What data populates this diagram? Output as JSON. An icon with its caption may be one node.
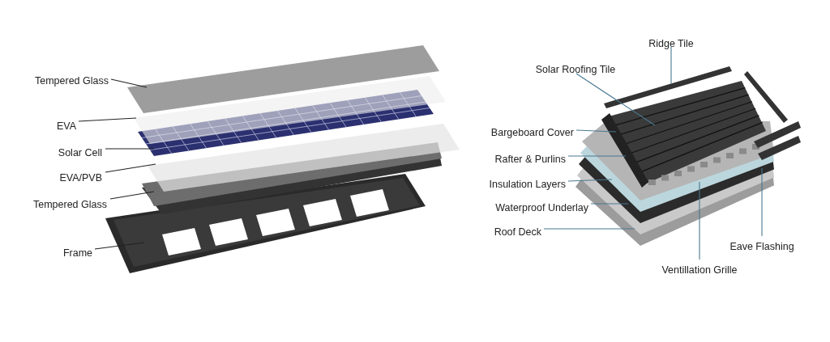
{
  "diagram": {
    "nodes": [
      {
        "text": [
          "Tempered Glass"
        ]
      },
      {
        "text": [
          "EVA"
        ]
      },
      {
        "text": [
          "Solar Cell"
        ]
      },
      {
        "text": [
          "EVA/PVB"
        ]
      },
      {
        "text": [
          "Tempered Glass"
        ]
      },
      {
        "text": [
          "Frame"
        ]
      },
      {
        "text": [
          "Ridge Tile"
        ]
      },
      {
        "text": [
          "Solar Roofing Tile"
        ]
      },
      {
        "text": [
          "Bargeboard Cover"
        ]
      },
      {
        "text": [
          "Rafter & Purlins"
        ]
      },
      {
        "text": [
          "Insulation Layers"
        ]
      },
      {
        "text": [
          "Waterproof Underlay"
        ]
      },
      {
        "text": [
          "Roof Deck"
        ]
      },
      {
        "text": [
          "Eave Flashing"
        ]
      },
      {
        "text": [
          "Ventillation Grille"
        ]
      }
    ],
    "edges": [
      {
        "from": 0,
        "to": null,
        "arrow": "none",
        "color": "#222222"
      },
      {
        "from": 1,
        "to": null,
        "arrow": "none",
        "color": "#222222"
      },
      {
        "from": 2,
        "to": null,
        "arrow": "none",
        "color": "#222222"
      },
      {
        "from": 3,
        "to": null,
        "arrow": "none",
        "color": "#222222"
      },
      {
        "from": 4,
        "to": null,
        "arrow": "none",
        "color": "#222222"
      },
      {
        "from": 5,
        "to": null,
        "arrow": "none",
        "color": "#222222"
      },
      {
        "from": 6,
        "to": null,
        "arrow": "none"
      },
      {
        "from": 7,
        "to": null,
        "arrow": "none"
      },
      {
        "from": 8,
        "to": null,
        "arrow": "none"
      },
      {
        "from": 9,
        "to": null,
        "arrow": "none"
      },
      {
        "from": 10,
        "to": null,
        "arrow": "none"
      },
      {
        "from": 11,
        "to": null,
        "arrow": "none"
      },
      {
        "from": 12,
        "to": null,
        "arrow": "none"
      },
      {
        "from": 13,
        "to": null,
        "arrow": "none"
      },
      {
        "from": 14,
        "to": null,
        "arrow": "none"
      }
    ]
  }
}
